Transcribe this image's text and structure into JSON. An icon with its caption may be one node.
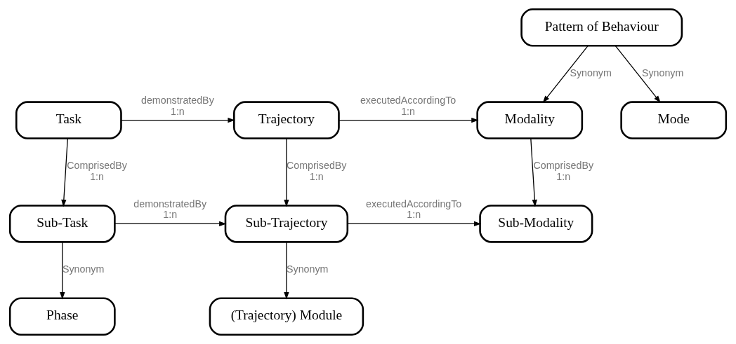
{
  "diagram": {
    "nodes": [
      {
        "text": [
          "Pattern of Behaviour"
        ]
      },
      {
        "text": [
          "Task"
        ]
      },
      {
        "text": [
          "Trajectory"
        ]
      },
      {
        "text": [
          "Modality"
        ]
      },
      {
        "text": [
          "Mode"
        ]
      },
      {
        "text": [
          "Sub-Task"
        ]
      },
      {
        "text": [
          "Sub-Trajectory"
        ]
      },
      {
        "text": [
          "Sub-Modality"
        ]
      },
      {
        "text": [
          "Phase"
        ]
      },
      {
        "text": [
          "(Trajectory) Module"
        ]
      }
    ],
    "edges": [
      {
        "from": 0,
        "to": 3,
        "arrow": "to",
        "label": "Synonym"
      },
      {
        "from": 0,
        "to": 4,
        "arrow": "to",
        "label": "Synonym"
      },
      {
        "from": 1,
        "to": 2,
        "arrow": "to",
        "label": "demonstratedBy 1:n"
      },
      {
        "from": 2,
        "to": 3,
        "arrow": "to",
        "label": "executedAccordingTo 1:n"
      },
      {
        "from": 1,
        "to": 5,
        "arrow": "to",
        "label": "ComprisedBy 1:n"
      },
      {
        "from": 2,
        "to": 6,
        "arrow": "to",
        "label": "ComprisedBy 1:n"
      },
      {
        "from": 3,
        "to": 7,
        "arrow": "to",
        "label": "ComprisedBy 1:n"
      },
      {
        "from": 5,
        "to": 6,
        "arrow": "to",
        "label": "demonstratedBy 1:n"
      },
      {
        "from": 6,
        "to": 7,
        "arrow": "to",
        "label": "executedAccordingTo 1:n"
      },
      {
        "from": 5,
        "to": 8,
        "arrow": "to",
        "label": "Synonym"
      },
      {
        "from": 6,
        "to": 9,
        "arrow": "to",
        "label": "Synonym"
      }
    ]
  }
}
